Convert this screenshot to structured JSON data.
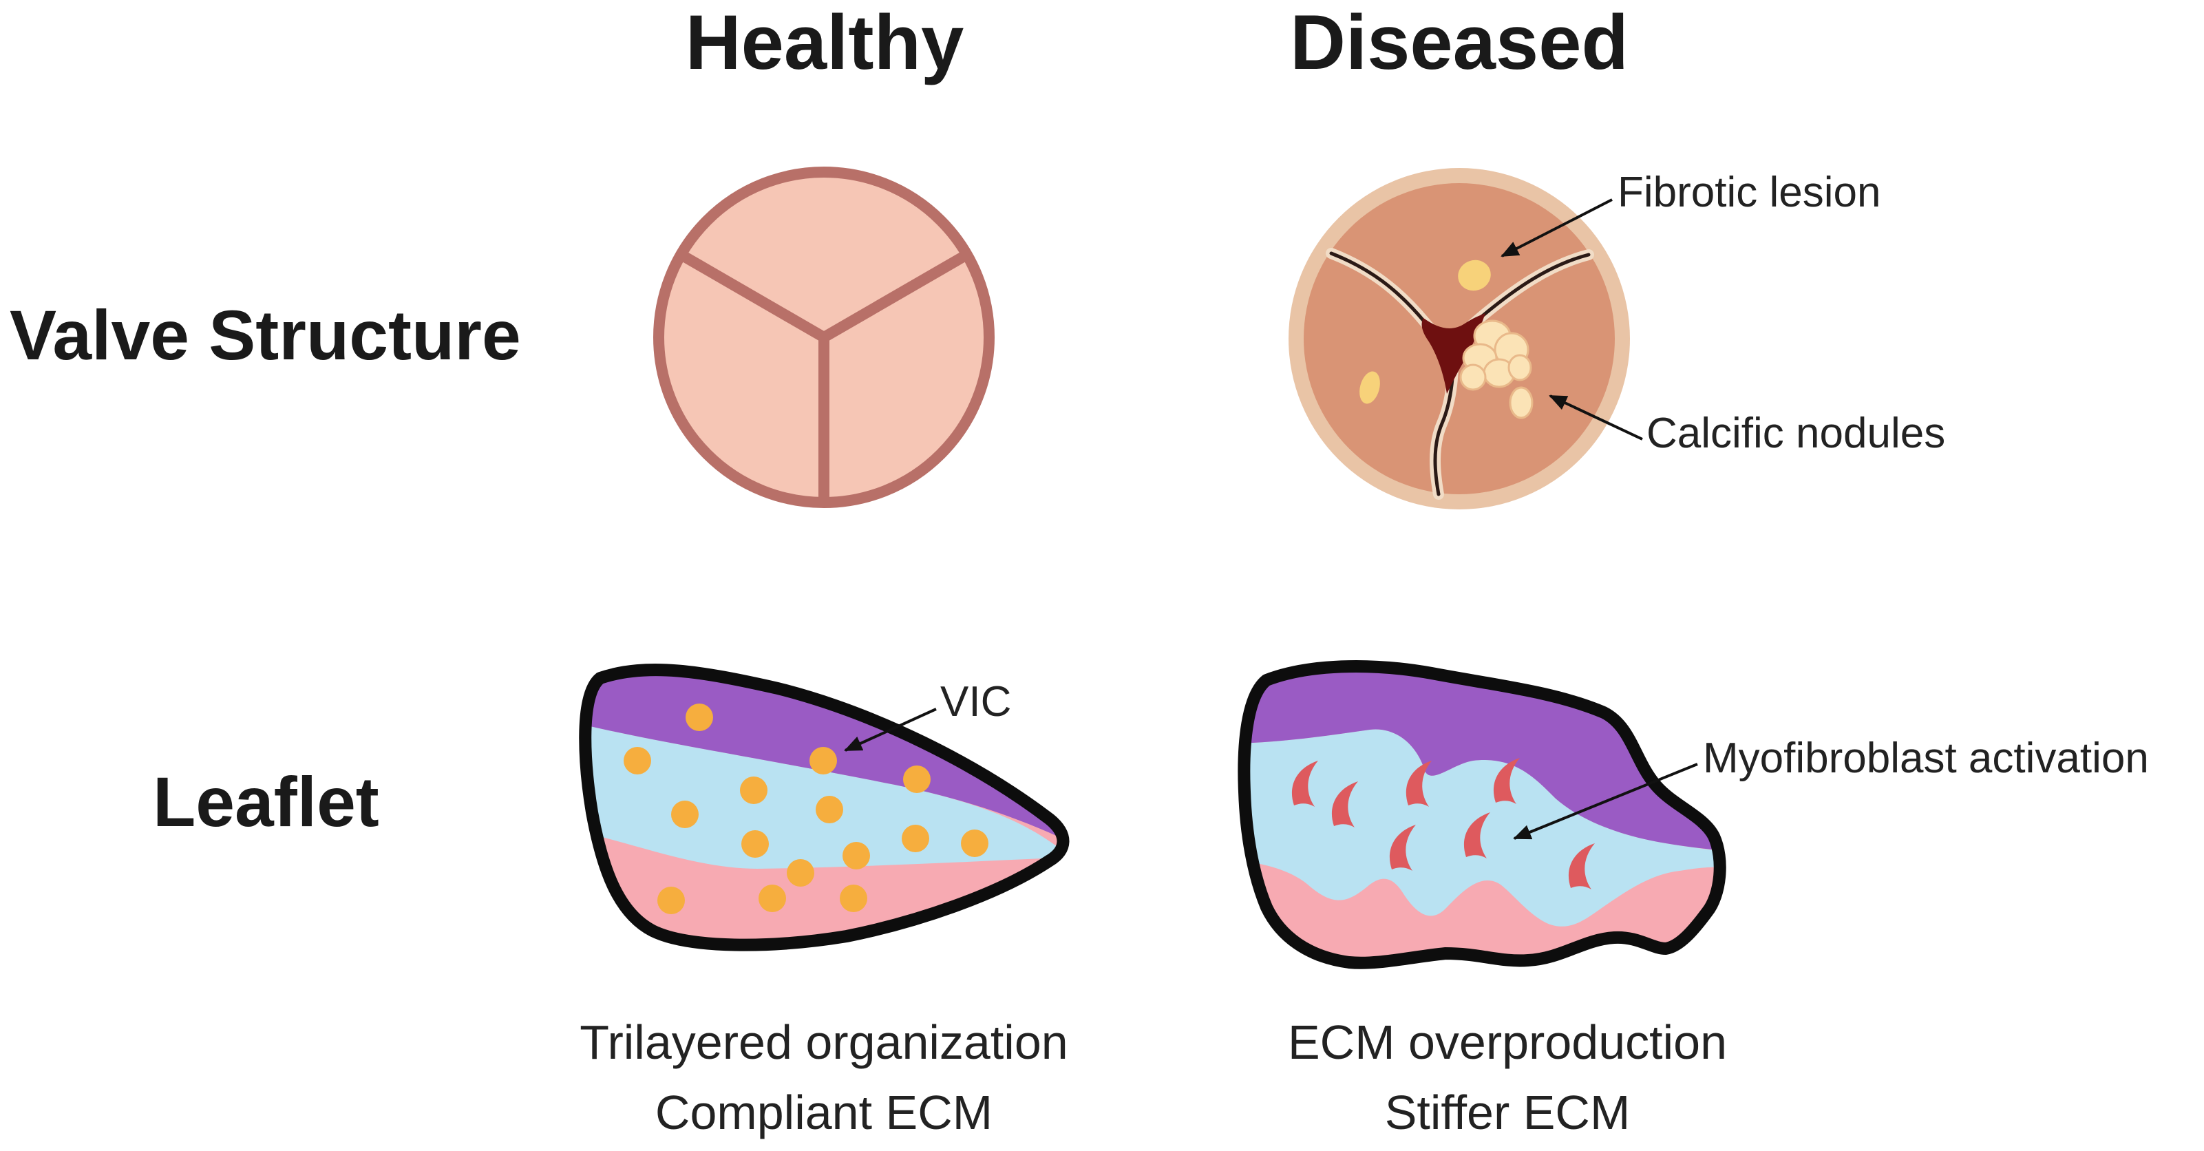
{
  "columns": {
    "healthy": "Healthy",
    "diseased": "Diseased"
  },
  "rows": {
    "valve_structure": "Valve Structure",
    "leaflet": "Leaflet"
  },
  "annotations": {
    "fibrotic_lesion": "Fibrotic lesion",
    "calcific_nodules": "Calcific nodules",
    "vic": "VIC",
    "myofibroblast_activation": "Myofibroblast activation"
  },
  "captions": {
    "healthy_line1": "Trilayered organization",
    "healthy_line2": "Compliant ECM",
    "diseased_line1": "ECM overproduction",
    "diseased_line2": "Stiffer ECM"
  },
  "colors": {
    "healthy_valve_fill": "#f6c6b5",
    "healthy_valve_stroke": "#b87068",
    "diseased_valve_fill": "#d99475",
    "diseased_valve_rim": "#e9c4a6",
    "lesion_color": "#f7d27a",
    "nodule_color": "#fbe3b6",
    "leaflet_purple": "#9a5bc4",
    "leaflet_blue": "#b9e2f2",
    "leaflet_pink": "#f7aab2",
    "vic_orange": "#f6ae3e",
    "myofibroblast_red": "#de5a5e"
  }
}
